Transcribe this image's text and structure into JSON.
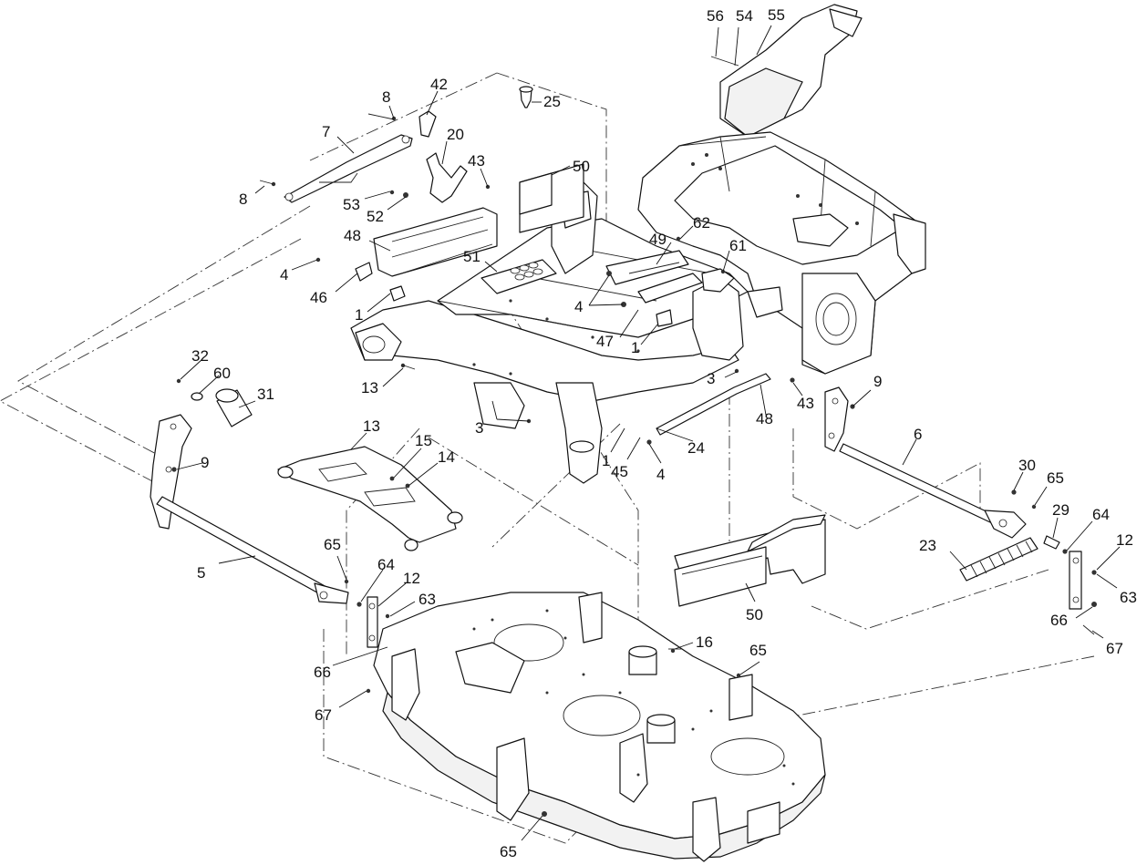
{
  "callouts": [
    {
      "label": "56"
    },
    {
      "label": "54"
    },
    {
      "label": "55"
    },
    {
      "label": "42"
    },
    {
      "label": "8"
    },
    {
      "label": "25"
    },
    {
      "label": "7"
    },
    {
      "label": "20"
    },
    {
      "label": "43"
    },
    {
      "label": "50"
    },
    {
      "label": "8"
    },
    {
      "label": "53"
    },
    {
      "label": "52"
    },
    {
      "label": "62"
    },
    {
      "label": "49"
    },
    {
      "label": "48"
    },
    {
      "label": "61"
    },
    {
      "label": "51"
    },
    {
      "label": "4"
    },
    {
      "label": "46"
    },
    {
      "label": "4"
    },
    {
      "label": "1"
    },
    {
      "label": "47"
    },
    {
      "label": "1"
    },
    {
      "label": "32"
    },
    {
      "label": "60"
    },
    {
      "label": "13"
    },
    {
      "label": "3"
    },
    {
      "label": "9"
    },
    {
      "label": "31"
    },
    {
      "label": "43"
    },
    {
      "label": "48"
    },
    {
      "label": "3"
    },
    {
      "label": "13"
    },
    {
      "label": "15"
    },
    {
      "label": "24"
    },
    {
      "label": "6"
    },
    {
      "label": "9"
    },
    {
      "label": "14"
    },
    {
      "label": "1"
    },
    {
      "label": "45"
    },
    {
      "label": "4"
    },
    {
      "label": "30"
    },
    {
      "label": "65"
    },
    {
      "label": "29"
    },
    {
      "label": "64"
    },
    {
      "label": "12"
    },
    {
      "label": "23"
    },
    {
      "label": "65"
    },
    {
      "label": "5"
    },
    {
      "label": "64"
    },
    {
      "label": "12"
    },
    {
      "label": "63"
    },
    {
      "label": "50"
    },
    {
      "label": "63"
    },
    {
      "label": "66"
    },
    {
      "label": "67"
    },
    {
      "label": "16"
    },
    {
      "label": "65"
    },
    {
      "label": "66"
    },
    {
      "label": "67"
    },
    {
      "label": "65"
    }
  ]
}
